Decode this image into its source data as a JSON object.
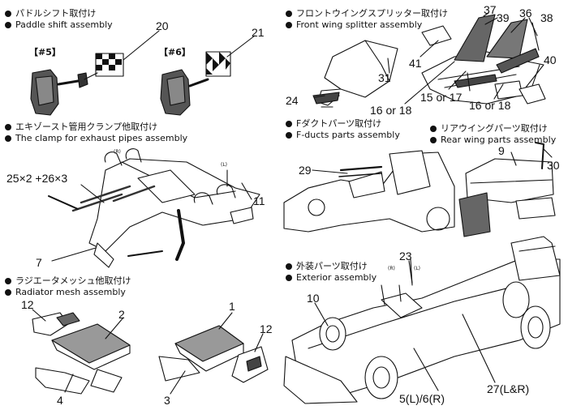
{
  "sections": [
    {
      "id": "paddle",
      "jp": "パドルシフト取付け",
      "en": "Paddle shift assembly"
    },
    {
      "id": "front-wing",
      "jp": "フロントウイングスプリッター取付け",
      "en": "Front wing splitter  assembly"
    },
    {
      "id": "exhaust",
      "jp": "エキゾースト管用クランプ他取付け",
      "en": "The clamp for exhaust pipes  assembly"
    },
    {
      "id": "fducts",
      "jp": "Fダクトパーツ取付け",
      "en": "F-ducts parts  assembly"
    },
    {
      "id": "rear-wing",
      "jp": "リアウイングパーツ取付け",
      "en": "Rear wing parts  assembly"
    },
    {
      "id": "radiator",
      "jp": "ラジエータメッシュ他取付け",
      "en": "Radiator mesh  assembly"
    },
    {
      "id": "exterior",
      "jp": "外装パーツ取付け",
      "en": "Exterior assembly"
    }
  ],
  "tags": {
    "car5": "【#5】",
    "car6": "【#6】"
  },
  "side_marks": {
    "r": "(R)",
    "l": "(L)"
  },
  "callouts": {
    "p20": "20",
    "p21": "21",
    "p37": "37",
    "p39": "39",
    "p36": "36",
    "p38": "38",
    "p41": "41",
    "p31": "31",
    "p40": "40",
    "p24": "24",
    "p15or17": "15 or 17",
    "p16or18a": "16 or 18",
    "p16or18b": "16 or 18",
    "p25x2": "25×2 +26×3",
    "p7": "7",
    "p11": "11",
    "p29": "29",
    "p9": "9",
    "p30": "30",
    "p12a": "12",
    "p2": "2",
    "p4": "4",
    "p1": "1",
    "p12b": "12",
    "p3": "3",
    "p23": "23",
    "p10": "10",
    "p5l6r": "5(L)/6(R)",
    "p27": "27(L&R)"
  }
}
